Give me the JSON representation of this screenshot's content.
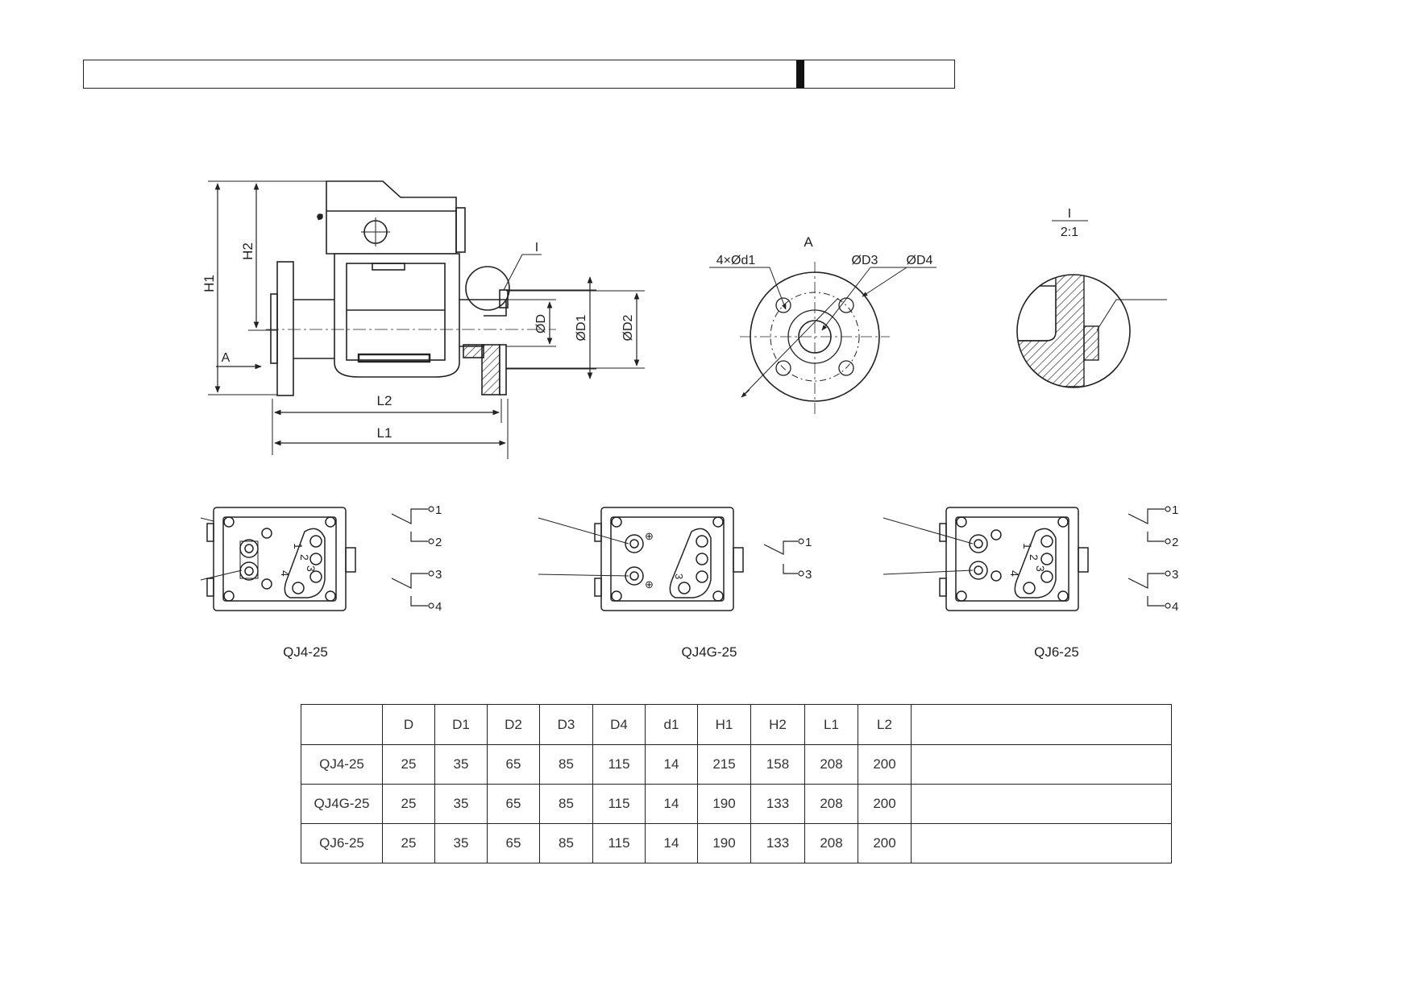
{
  "dimension_labels": {
    "H1": "H1",
    "H2": "H2",
    "A": "A",
    "L1": "L1",
    "L2": "L2",
    "D": "ØD",
    "D1": "ØD1",
    "D2": "ØD2",
    "detail_marker": "I"
  },
  "view_a": {
    "title": "A",
    "holes": "4×Ød1",
    "D3": "ØD3",
    "D4": "ØD4"
  },
  "detail": {
    "id": "I",
    "scale": "2:1"
  },
  "wiring": [
    {
      "model": "QJ4-25",
      "terminals": [
        "1",
        "2",
        "3",
        "4"
      ]
    },
    {
      "model": "QJ4G-25",
      "terminals": [
        "1",
        "3"
      ]
    },
    {
      "model": "QJ6-25",
      "terminals": [
        "1",
        "2",
        "3",
        "4"
      ]
    }
  ],
  "box_numbers": {
    "a": "1",
    "b": "2",
    "c": "3",
    "d": "4",
    "plus": "⊕"
  },
  "table": {
    "headers": [
      "",
      "D",
      "D1",
      "D2",
      "D3",
      "D4",
      "d1",
      "H1",
      "H2",
      "L1",
      "L2",
      ""
    ],
    "rows": [
      [
        "QJ4-25",
        "25",
        "35",
        "65",
        "85",
        "115",
        "14",
        "215",
        "158",
        "208",
        "200",
        ""
      ],
      [
        "QJ4G-25",
        "25",
        "35",
        "65",
        "85",
        "115",
        "14",
        "190",
        "133",
        "208",
        "200",
        ""
      ],
      [
        "QJ6-25",
        "25",
        "35",
        "65",
        "85",
        "115",
        "14",
        "190",
        "133",
        "208",
        "200",
        ""
      ]
    ]
  }
}
